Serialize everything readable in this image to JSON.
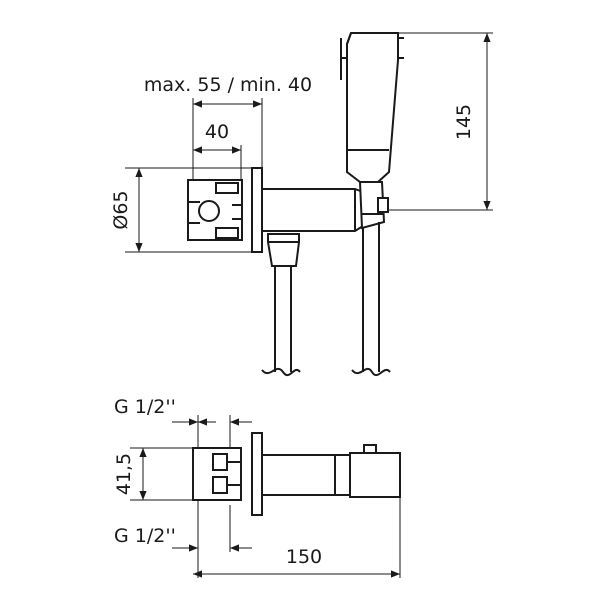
{
  "dimensions": {
    "max_min": "max. 55 / min. 40",
    "depth": "40",
    "diameter": "Ø65",
    "height": "145",
    "thread_top": "G 1/2''",
    "spacing": "41,5",
    "thread_bottom": "G 1/2''",
    "length": "150"
  }
}
